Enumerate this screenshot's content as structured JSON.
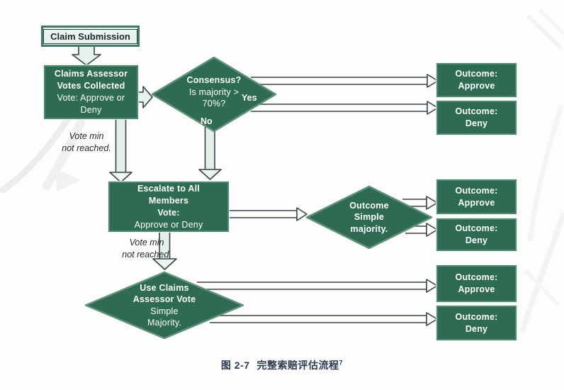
{
  "palette": {
    "node_green": "#2E6B53",
    "node_border_green": "#4E8970",
    "diamond_border_green": "#5E9179",
    "mint_fill": "#E7F2EC",
    "arrow_outline": "#39424A",
    "dark_text": "#20282E",
    "caption_color": "#2C3A50",
    "background": "#FDFDFD"
  },
  "flow": {
    "claim_submission": {
      "label": "Claim Submission"
    },
    "claims_assessor": {
      "bold1": "Claims Assessor",
      "bold2": "Votes Collected",
      "reg1": "Vote: Approve or",
      "reg2": "Deny"
    },
    "consensus": {
      "title": "Consensus?",
      "sub1": "Is majority >",
      "sub2": "70%?",
      "yes_label": "Yes",
      "no_label": "No"
    },
    "note_top": {
      "line1": "Vote min",
      "line2": "not reached."
    },
    "escalate": {
      "bold1": "Escalate to All",
      "bold2": "Members",
      "vote_label": "Vote:",
      "vote_rest": " Approve or Deny"
    },
    "simple_majority": {
      "line1": "Outcome",
      "line2": "Simple",
      "line3": "majority."
    },
    "note_bottom": {
      "line1": "Vote min",
      "line2": "not reached."
    },
    "assessor_vote": {
      "bold1": "Use Claims",
      "bold2": "Assessor Vote",
      "reg1": "Simple",
      "reg2": "Majority."
    },
    "outcomes": [
      {
        "line1": "Outcome:",
        "line2": "Approve"
      },
      {
        "line1": "Outcome:",
        "line2": "Deny"
      },
      {
        "line1": "Outcome:",
        "line2": "Approve"
      },
      {
        "line1": "Outcome:",
        "line2": "Deny"
      },
      {
        "line1": "Outcome:",
        "line2": "Approve"
      },
      {
        "line1": "Outcome:",
        "line2": "Deny"
      }
    ]
  },
  "caption": {
    "figure": "图 2-7",
    "title": "完整索赔评估流程",
    "footnote": "7"
  }
}
